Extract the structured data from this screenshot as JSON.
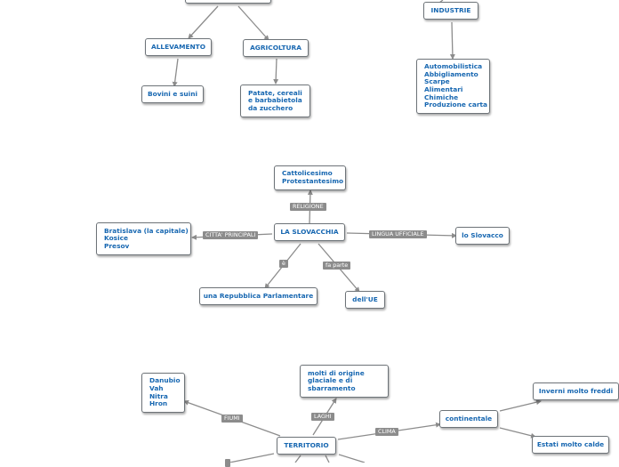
{
  "nodes": {
    "allevamento": "ALLEVAMENTO",
    "bovini": "Bovini e suini",
    "agricoltura": "AGRICOLTURA",
    "patate": "Patate, cereali\ne barbabietola\nda zucchero",
    "industrie": "INDUSTRIE",
    "industrie_list": "Automobilistica\nAbbigliamento\nScarpe\nAlimentari\nChimiche\nProduzione carta",
    "religione_values": "Cattolicesimo\nProtestantesimo",
    "slovacchia": "LA SLOVACCHIA",
    "citta_values": "Bratislava (la capitale)\nKosice\nPresov",
    "lingua_value": "lo Slovacco",
    "repubblica": "una Repubblica Parlamentare",
    "ue": "dell'UE",
    "fiumi_values": "Danubio\nVah\nNitra\nHron",
    "laghi_values": "molti di origine\nglaciale e di\nsbarramento",
    "territorio": "TERRITORIO",
    "continentale": "continentale",
    "inverni": "Inverni molto freddi",
    "estati": "Estati molto calde"
  },
  "edge_labels": {
    "religione": "RELIGIONE",
    "citta": "CITTA' PRINCIPALI",
    "lingua": "LINGUA UFFICIALE",
    "e": "è",
    "fa_parte": "fa parte",
    "fiumi": "FIUMI",
    "laghi": "LAGHI",
    "clima": "CLIMA"
  },
  "colors": {
    "node_text": "#1767b1",
    "node_border": "#6d7378",
    "edge": "#8c8c8c",
    "label_bg": "#8c8c8c",
    "label_text": "#ffffff"
  }
}
